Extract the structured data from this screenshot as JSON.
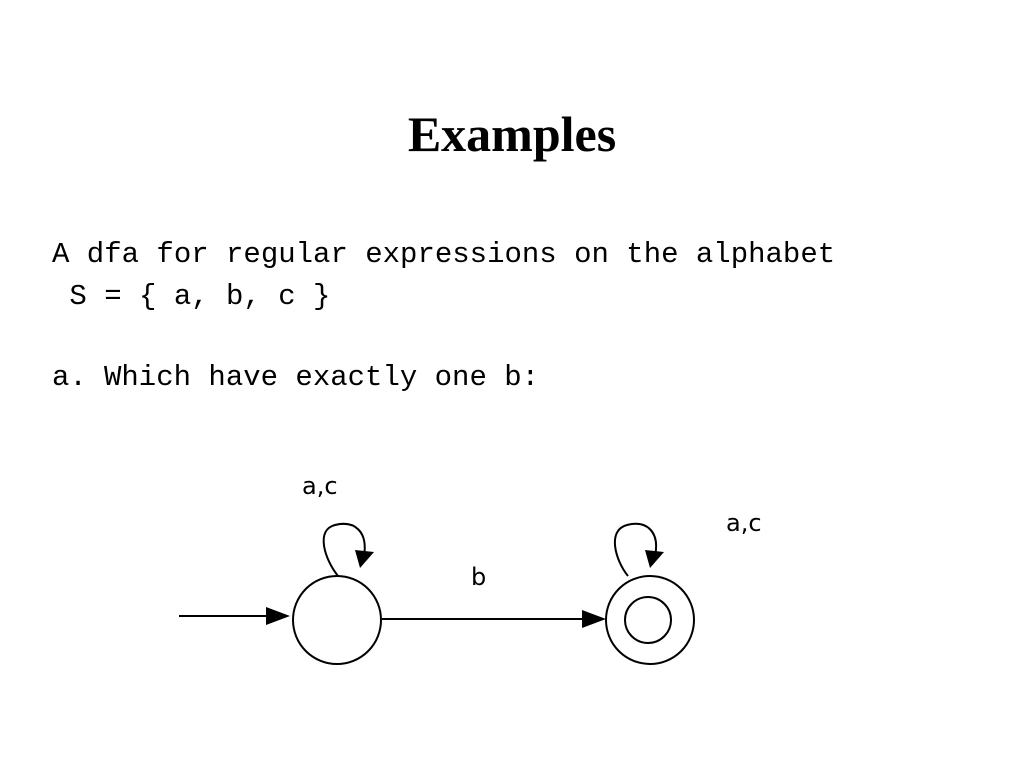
{
  "slide": {
    "title": "Examples",
    "intro_line_1": "A dfa for regular expressions on the alphabet",
    "intro_line_2": " S = { a, b, c }",
    "item_a": {
      "marker": "a.",
      "text": "Which have exactly one b:"
    }
  },
  "dfa": {
    "states": [
      {
        "id": "q0",
        "start": true,
        "accepting": false
      },
      {
        "id": "q1",
        "start": false,
        "accepting": true
      }
    ],
    "transitions": [
      {
        "from": "q0",
        "to": "q0",
        "label": "a,c"
      },
      {
        "from": "q0",
        "to": "q1",
        "label": "b"
      },
      {
        "from": "q1",
        "to": "q1",
        "label": "a,c"
      }
    ]
  }
}
